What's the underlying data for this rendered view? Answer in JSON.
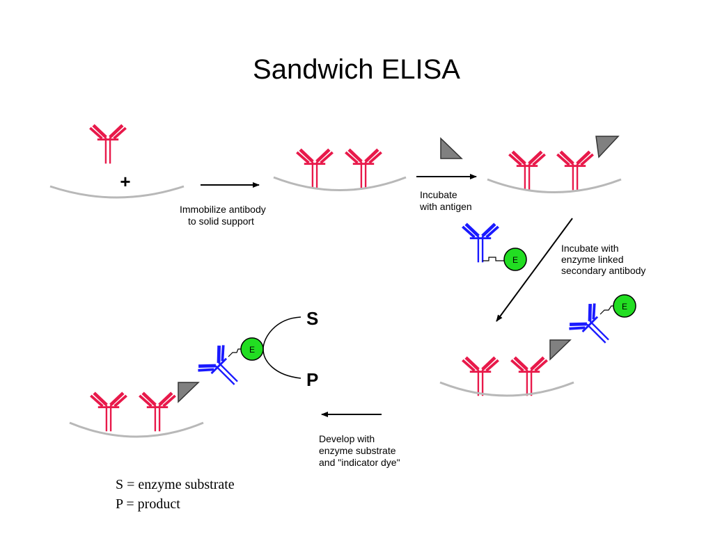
{
  "title": "Sandwich ELISA",
  "plus_sign": "+",
  "steps": {
    "immobilize": [
      "Immobilize antibody",
      "to solid support"
    ],
    "antigen": [
      "Incubate",
      "with antigen"
    ],
    "secondary": [
      "Incubate with",
      "enzyme linked",
      "secondary antibody"
    ],
    "develop": [
      "Develop with",
      "enzyme substrate",
      "and \"indicator dye\""
    ]
  },
  "enzyme_label": "E",
  "substrate_label": "S",
  "product_label": "P",
  "legend": [
    "S = enzyme substrate",
    "P = product"
  ],
  "colors": {
    "capture_antibody": "#e8194a",
    "secondary_antibody": "#1a1aff",
    "enzyme": "#22dd22",
    "antigen": "#808080",
    "surface": "#b8b8b8"
  }
}
